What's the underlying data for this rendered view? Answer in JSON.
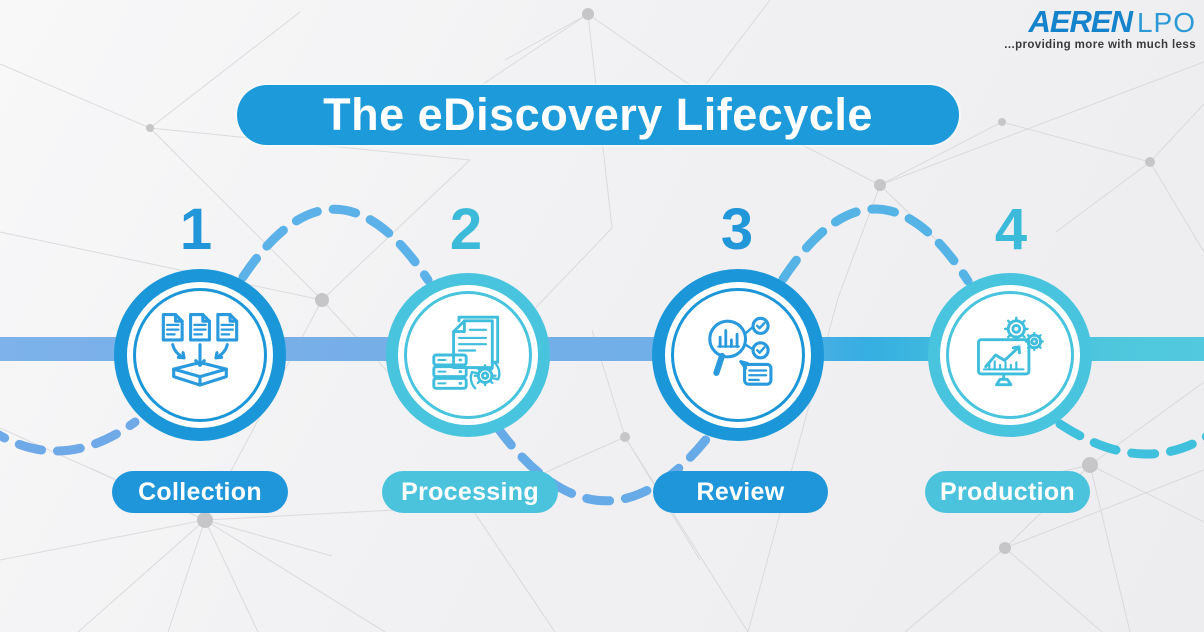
{
  "brand": {
    "name": "AEREN",
    "suffix": "LPO",
    "tagline": "...providing more with much less"
  },
  "title": "The eDiscovery Lifecycle",
  "steps": [
    {
      "number": "1",
      "label": "Collection",
      "icon": "collection-icon",
      "color": "#1c9ad9"
    },
    {
      "number": "2",
      "label": "Processing",
      "icon": "processing-icon",
      "color": "#4cc3dd"
    },
    {
      "number": "3",
      "label": "Review",
      "icon": "review-icon",
      "color": "#1c9ad9"
    },
    {
      "number": "4",
      "label": "Production",
      "icon": "production-icon",
      "color": "#4cc3dd"
    }
  ],
  "colors": {
    "accent_blue": "#1c9ad9",
    "accent_teal": "#4cc3dd",
    "number_blue": "#2196d9",
    "number_teal": "#3cbada",
    "timeline_bar_left": "#76ade8",
    "timeline_bar_right": "#4fc8de",
    "dash_light_blue": "#5fb0e8",
    "dash_teal": "#3fc0dc",
    "logo_blue": "#1583cc",
    "tagline_gray": "#3a3a3a",
    "background": "#f0f0f2"
  }
}
